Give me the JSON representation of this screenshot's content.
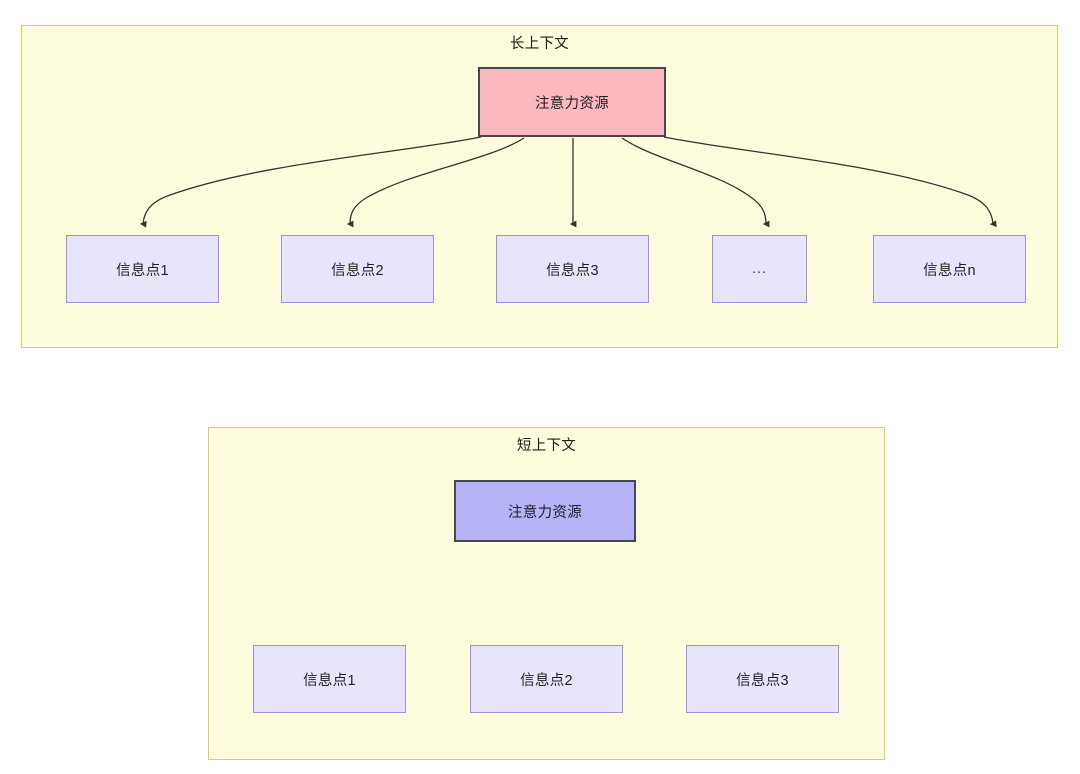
{
  "diagram": {
    "type": "attention-allocation-comparison",
    "background_color": "#ffffff",
    "container_fill": "#fdfcdc",
    "container_stroke": "#d6d34e",
    "edge_color": "#333333",
    "panels": [
      {
        "id": "long-context",
        "title": "长上下文",
        "root": {
          "label": "注意力资源",
          "fill": "#fbb8bf",
          "stroke": "#46464d"
        },
        "children": [
          {
            "label": "信息点1",
            "fill": "#e7e5fb",
            "stroke": "#a48be0"
          },
          {
            "label": "信息点2",
            "fill": "#e7e5fb",
            "stroke": "#a48be0"
          },
          {
            "label": "信息点3",
            "fill": "#e7e5fb",
            "stroke": "#a48be0"
          },
          {
            "label": "...",
            "fill": "#e7e5fb",
            "stroke": "#a48be0"
          },
          {
            "label": "信息点n",
            "fill": "#e7e5fb",
            "stroke": "#a48be0"
          }
        ]
      },
      {
        "id": "short-context",
        "title": "短上下文",
        "root": {
          "label": "注意力资源",
          "fill": "#b6b3f7",
          "stroke": "#46464d"
        },
        "children": [
          {
            "label": "信息点1",
            "fill": "#e7e5fb",
            "stroke": "#a48be0"
          },
          {
            "label": "信息点2",
            "fill": "#e7e5fb",
            "stroke": "#a48be0"
          },
          {
            "label": "信息点3",
            "fill": "#e7e5fb",
            "stroke": "#a48be0"
          }
        ]
      }
    ]
  }
}
